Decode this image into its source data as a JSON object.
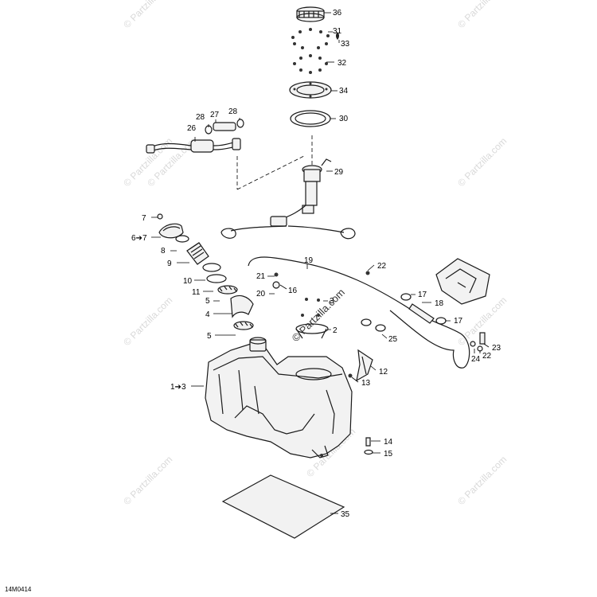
{
  "watermark": {
    "text": "© Partzilla.com",
    "center_text": "© Partzilla.com"
  },
  "reference_code": "14M0414",
  "callouts": {
    "c36": "36",
    "c31": "31",
    "c33": "33",
    "c32": "32",
    "c34": "34",
    "c30": "30",
    "c28a": "28",
    "c27": "27",
    "c28b": "28",
    "c26": "26",
    "c29": "29",
    "c7": "7",
    "c6_7": "6➔7",
    "c8": "8",
    "c9": "9",
    "c10": "10",
    "c11": "11",
    "c5a": "5",
    "c4": "4",
    "c5b": "5",
    "c19": "19",
    "c22a": "22",
    "c21": "21",
    "c20": "20",
    "c16": "16",
    "c3": "3",
    "c2": "2",
    "c17a": "17",
    "c18": "18",
    "c17b": "17",
    "c25": "25",
    "c23": "23",
    "c24": "24",
    "c22b": "22",
    "c12": "12",
    "c13": "13",
    "c1_3": "1➔3",
    "c14": "14",
    "c15": "15",
    "c35": "35"
  }
}
